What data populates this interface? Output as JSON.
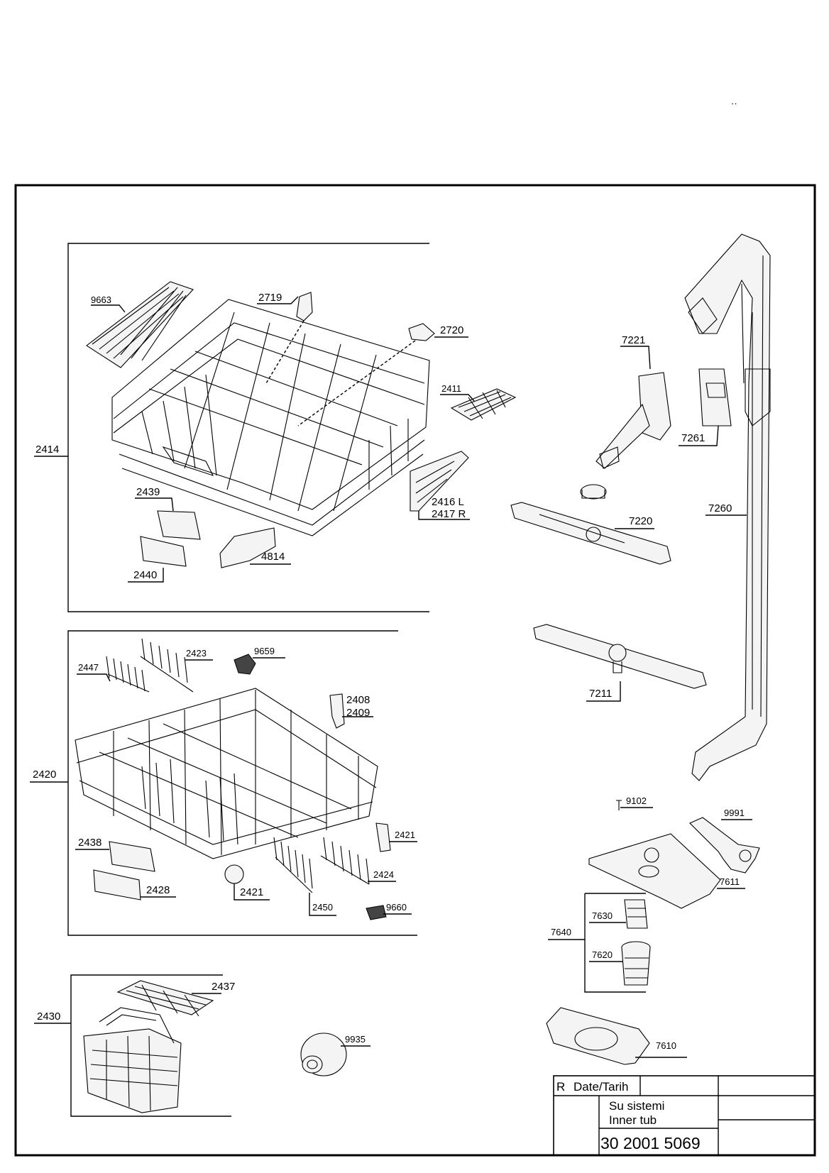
{
  "labels": {
    "p9663": "9663",
    "p2719": "2719",
    "p2720": "2720",
    "p2411": "2411",
    "p2414": "2414",
    "p2439": "2439",
    "p2416": "2416 L",
    "p2417": "2417 R",
    "p2440": "2440",
    "p4814": "4814",
    "p7221": "7221",
    "p7261": "7261",
    "p7260": "7260",
    "p7220": "7220",
    "p7211": "7211",
    "p2447": "2447",
    "p2423": "2423",
    "p9659": "9659",
    "p2408": "2408",
    "p2409": "2409",
    "p2420": "2420",
    "p2421a": "2421",
    "p2438": "2438",
    "p2428": "2428",
    "p2421b": "2421",
    "p2424": "2424",
    "p2450": "2450",
    "p9660": "9660",
    "p9102": "9102",
    "p9991": "9991",
    "p7611": "7611",
    "p7640": "7640",
    "p7630": "7630",
    "p7620": "7620",
    "p2430": "2430",
    "p2437": "2437",
    "p9935": "9935",
    "p7610": "7610"
  },
  "title_block": {
    "rev": "R",
    "date": "Date/Tarih",
    "name_tr": "Su sistemi",
    "name_en": "Inner tub",
    "number": "30 2001 5069"
  },
  "corner_mark": "··"
}
